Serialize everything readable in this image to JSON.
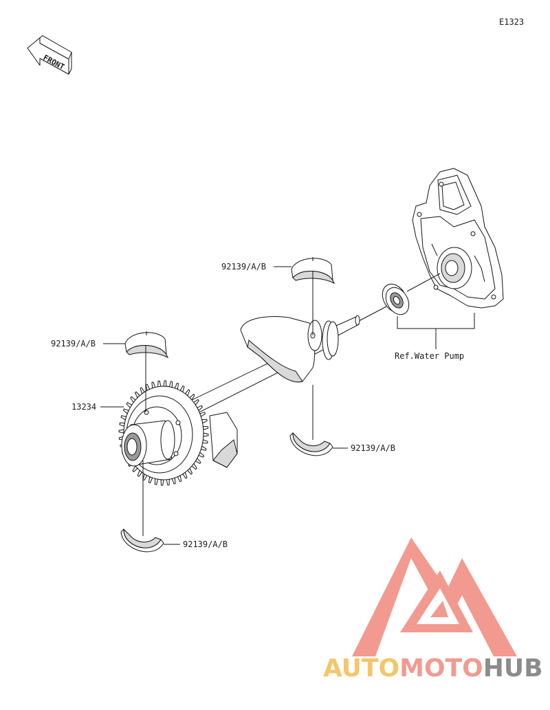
{
  "diagram_code": "E1323",
  "front_label": "FRONT",
  "labels": {
    "bearing_top_center": "92139/A/B",
    "bearing_top_left": "92139/A/B",
    "gear": "13234",
    "bearing_mid_right": "92139/A/B",
    "bearing_bottom_left": "92139/A/B",
    "water_pump_ref": "Ref.Water Pump"
  },
  "watermark": {
    "part1": "AUTO",
    "part2": "MOTO",
    "part3": "HUB",
    "colors": {
      "auto": "#f4c66a",
      "moto": "#f29a90",
      "hub": "#8c8c8c",
      "logo": "#f29a90"
    }
  }
}
